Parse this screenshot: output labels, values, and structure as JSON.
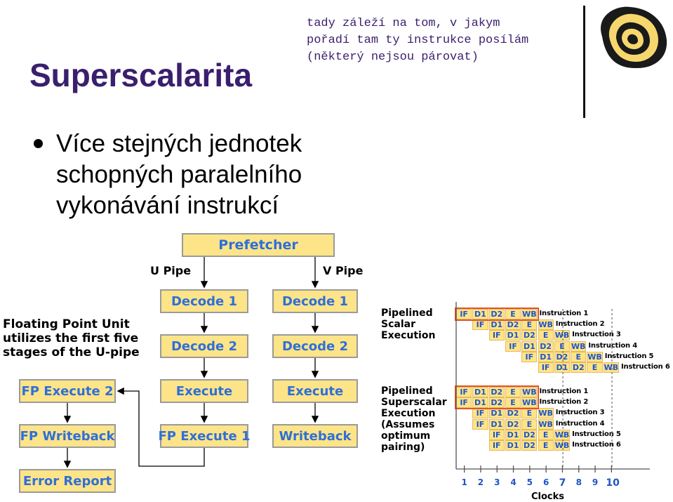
{
  "slide": {
    "title": "Superscalarita",
    "note": "tady záleží na tom, v jakym\npořadí tam ty instrukce posílám\n(některý nejsou párovat)",
    "bullet": "Více stejných jednotek\nschopných paralelního\nvykonávání instrukcí",
    "logo_icon": "scroll-logo-icon"
  },
  "diagram": {
    "prefetcher": "Prefetcher",
    "u_pipe": "U Pipe",
    "v_pipe": "V Pipe",
    "u_stages": [
      "Decode 1",
      "Decode 2",
      "Execute",
      "FP Execute 1"
    ],
    "v_stages": [
      "Decode 1",
      "Decode 2",
      "Execute",
      "Writeback"
    ],
    "fp_stages": [
      "FP Execute 2",
      "FP Writeback",
      "Error Report"
    ],
    "fp_note": "Floating Point Unit\nutilizes the first five\nstages of the U-pipe"
  },
  "timing": {
    "scalar_label": "Pipelined\nScalar\nExecution",
    "superscalar_label": "Pipelined\nSuperscalar\nExecution\n(Assumes\noptimum\npairing)",
    "stages": [
      "IF",
      "D1",
      "D2",
      "E",
      "WB"
    ],
    "scalar_instructions": [
      "Instruction 1",
      "Instruction 2",
      "Instruction 3",
      "Instruction 4",
      "Instruction 5",
      "Instruction 6"
    ],
    "superscalar_instructions": [
      "Instruction 1",
      "Instruction 2",
      "Instruction 3",
      "Instruction 4",
      "Instruction 5",
      "Instruction 6"
    ],
    "clocks": [
      "1",
      "2",
      "3",
      "4",
      "5",
      "6",
      "7",
      "8",
      "9",
      "10"
    ],
    "clocks_label": "Clocks",
    "colors": {
      "cell_fill": "#fde489",
      "cell_text": "#1f55c8",
      "highlight": "#e0552b"
    }
  }
}
